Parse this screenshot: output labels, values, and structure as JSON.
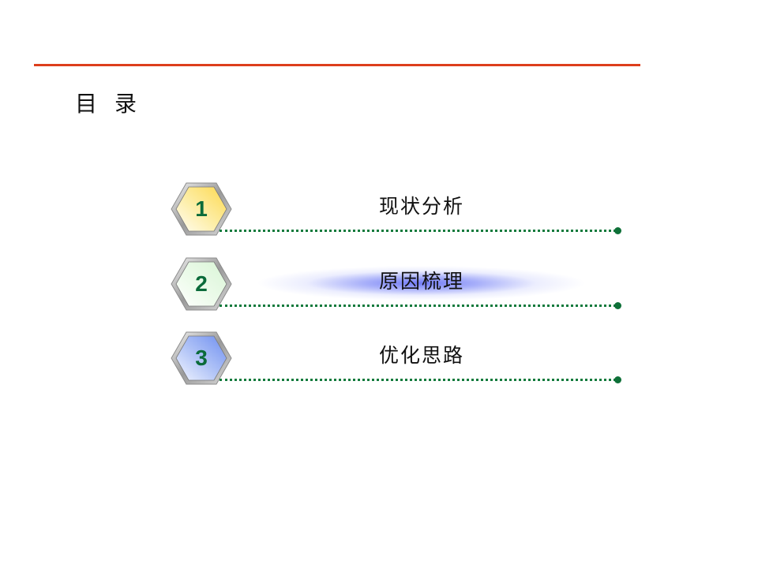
{
  "slide": {
    "title": "目录",
    "accent_rule_color": "#dd3e1c",
    "dotted_line_color": "#127a3c",
    "number_color": "#0b6b3a"
  },
  "toc": {
    "items": [
      {
        "number": "1",
        "label": "现状分析",
        "hex_fill_top": "#fde37a",
        "hex_fill_bottom": "#fffbe8",
        "highlighted": false
      },
      {
        "number": "2",
        "label": "原因梳理",
        "hex_fill_top": "#e8f9e6",
        "hex_fill_bottom": "#ffffff",
        "highlighted": true,
        "highlight_color": "#6973f5"
      },
      {
        "number": "3",
        "label": "优化思路",
        "hex_fill_top": "#7e9cf2",
        "hex_fill_bottom": "#eef3ff",
        "highlighted": false
      }
    ]
  }
}
